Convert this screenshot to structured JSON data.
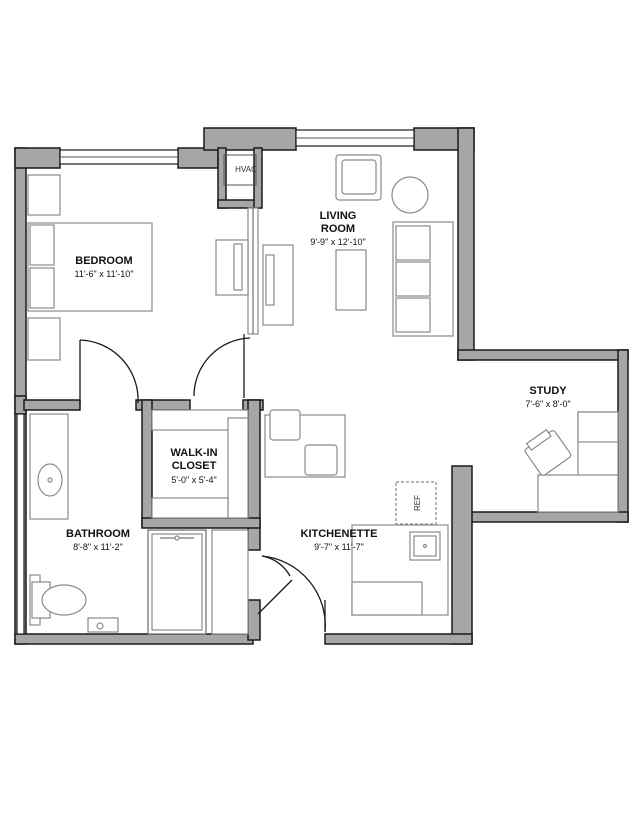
{
  "rooms": {
    "bedroom": {
      "name": "BEDROOM",
      "dims": "11'-6\" x 11'-10\""
    },
    "living": {
      "name_line1": "LIVING",
      "name_line2": "ROOM",
      "dims": "9'-9\" x 12'-10\""
    },
    "study": {
      "name": "STUDY",
      "dims": "7'-6\" x 8'-0\""
    },
    "closet": {
      "name_line1": "WALK-IN",
      "name_line2": "CLOSET",
      "dims": "5'-0\" x 5'-4\""
    },
    "bathroom": {
      "name": "BATHROOM",
      "dims": "8'-8\" x 11'-2\""
    },
    "kitchenette": {
      "name": "KITCHENETTE",
      "dims": "9'-7\" x 11'-7\""
    }
  },
  "labels": {
    "hvac": "HVAC",
    "ref": "REF"
  },
  "colors": {
    "wall_fill": "#a6a6a6",
    "outline": "#1a1a1a",
    "furniture_outline": "#8a8a8a"
  }
}
